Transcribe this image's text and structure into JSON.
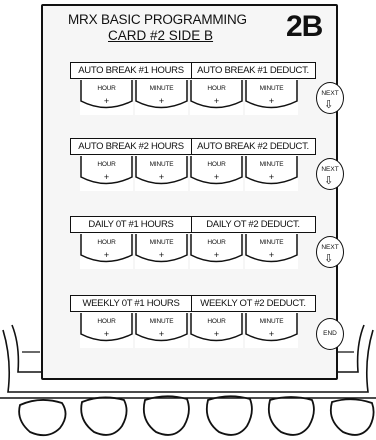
{
  "card": {
    "title_line1": "MRX BASIC PROGRAMMING",
    "title_line2": "CARD #2 SIDE B",
    "card_id": "2B"
  },
  "sections": [
    {
      "left_header": "AUTO BREAK #1 HOURS",
      "right_header": "AUTO BREAK #1 DEDUCT.",
      "buttons": [
        {
          "label": "HOUR",
          "sign": "+"
        },
        {
          "label": "MINUTE",
          "sign": "+"
        },
        {
          "label": "HOUR",
          "sign": "+"
        },
        {
          "label": "MINUTE",
          "sign": "+"
        }
      ],
      "side_button": {
        "label": "NEXT",
        "icon": "down-arrow-icon",
        "glyph": "⇩"
      }
    },
    {
      "left_header": "AUTO BREAK #2 HOURS",
      "right_header": "AUTO BREAK #2  DEDUCT.",
      "buttons": [
        {
          "label": "HOUR",
          "sign": "+"
        },
        {
          "label": "MINUTE",
          "sign": "+"
        },
        {
          "label": "HOUR",
          "sign": "+"
        },
        {
          "label": "MINUTE",
          "sign": "+"
        }
      ],
      "side_button": {
        "label": "NEXT",
        "icon": "down-arrow-icon",
        "glyph": "⇩"
      }
    },
    {
      "left_header": "DAILY 0T #1 HOURS",
      "right_header": "DAILY OT #2 DEDUCT.",
      "buttons": [
        {
          "label": "HOUR",
          "sign": "+"
        },
        {
          "label": "MINUTE",
          "sign": "+"
        },
        {
          "label": "HOUR",
          "sign": "+"
        },
        {
          "label": "MINUTE",
          "sign": "+"
        }
      ],
      "side_button": {
        "label": "NEXT",
        "icon": "down-arrow-icon",
        "glyph": "⇩"
      }
    },
    {
      "left_header": "WEEKLY 0T #1 HOURS",
      "right_header": "WEEKLY OT #2 DEDUCT.",
      "buttons": [
        {
          "label": "HOUR",
          "sign": "+"
        },
        {
          "label": "MINUTE",
          "sign": "+"
        },
        {
          "label": "HOUR",
          "sign": "+"
        },
        {
          "label": "MINUTE",
          "sign": "+"
        }
      ],
      "side_button": {
        "label": "END",
        "icon": "",
        "glyph": ""
      }
    }
  ]
}
